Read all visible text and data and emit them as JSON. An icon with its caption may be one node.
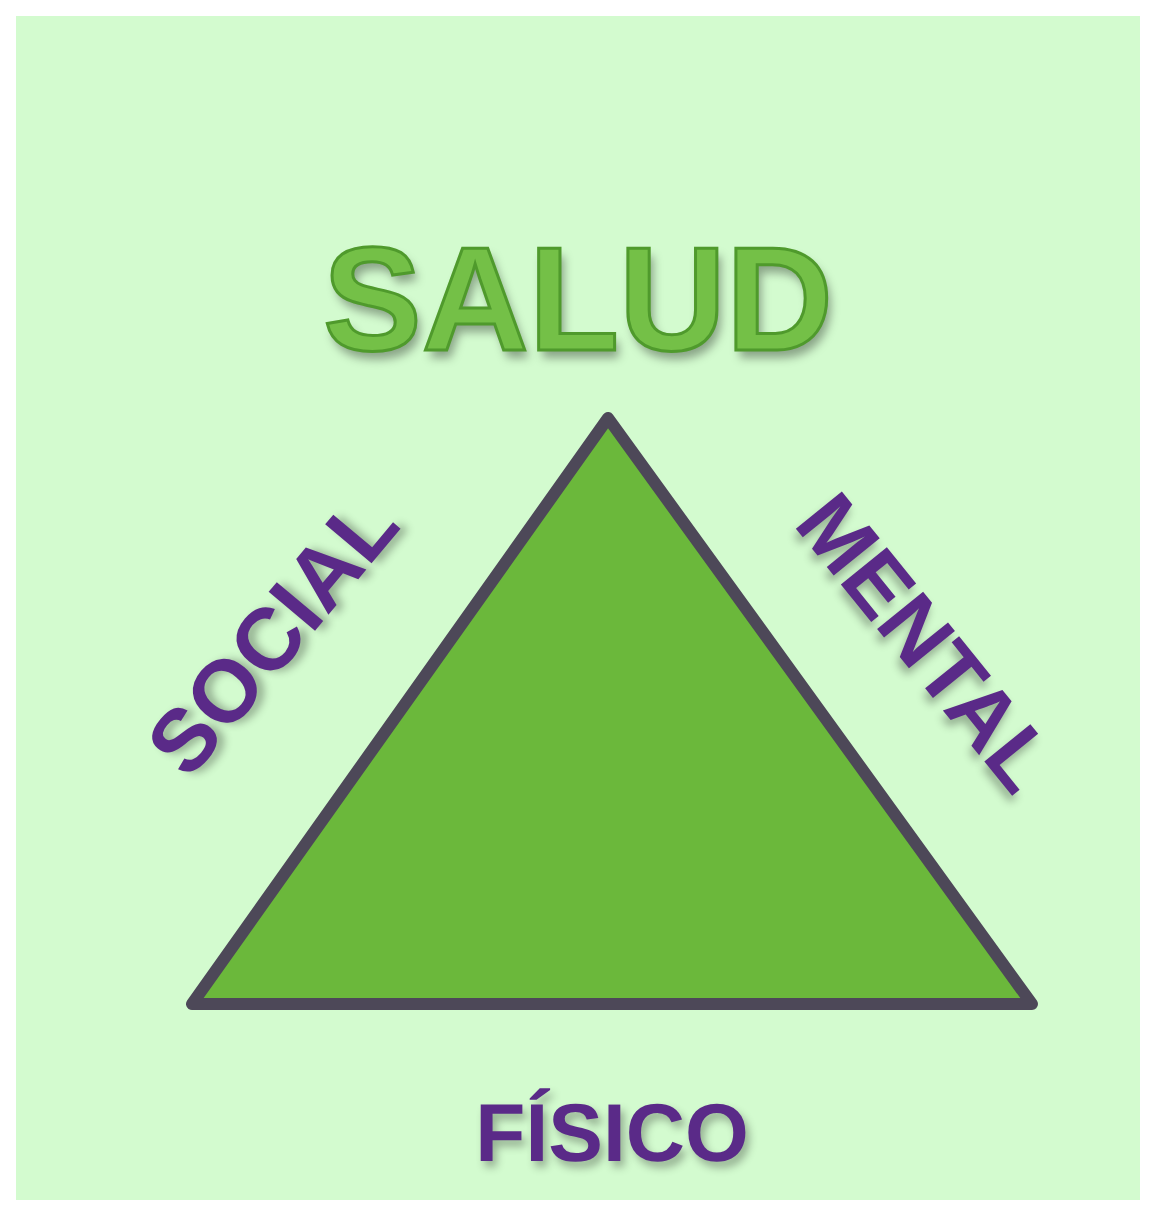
{
  "diagram": {
    "title": "SALUD",
    "labels": [
      "SOCIAL",
      "MENTAL",
      "FÍSICO"
    ]
  }
}
